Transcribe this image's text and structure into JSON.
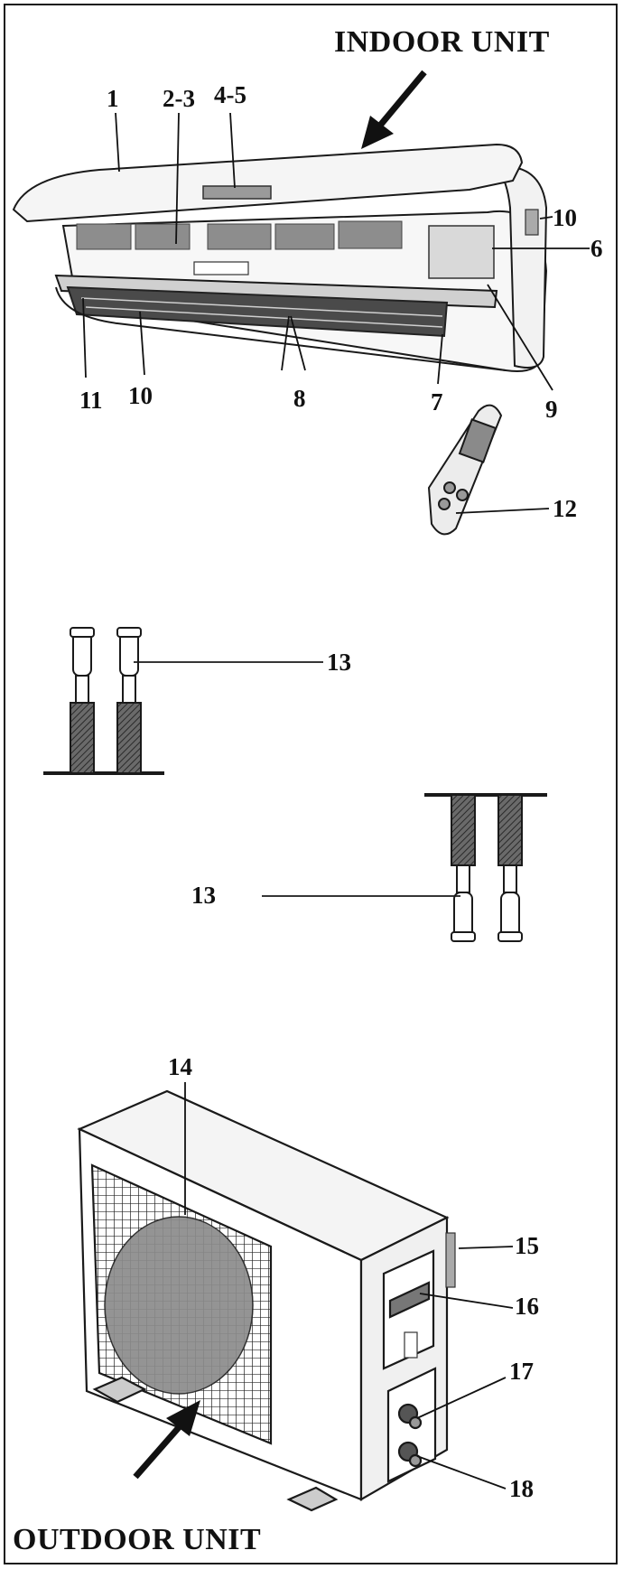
{
  "titles": {
    "indoor": "INDOOR UNIT",
    "outdoor": "OUTDOOR UNIT"
  },
  "callouts": {
    "c1": "1",
    "c2_3": "2-3",
    "c4_5": "4-5",
    "c6": "6",
    "c7": "7",
    "c8": "8",
    "c9": "9",
    "c10_right": "10",
    "c10_left": "10",
    "c11": "11",
    "c12": "12",
    "c13_top": "13",
    "c13_bottom": "13",
    "c14": "14",
    "c15": "15",
    "c16": "16",
    "c17": "17",
    "c18": "18"
  }
}
